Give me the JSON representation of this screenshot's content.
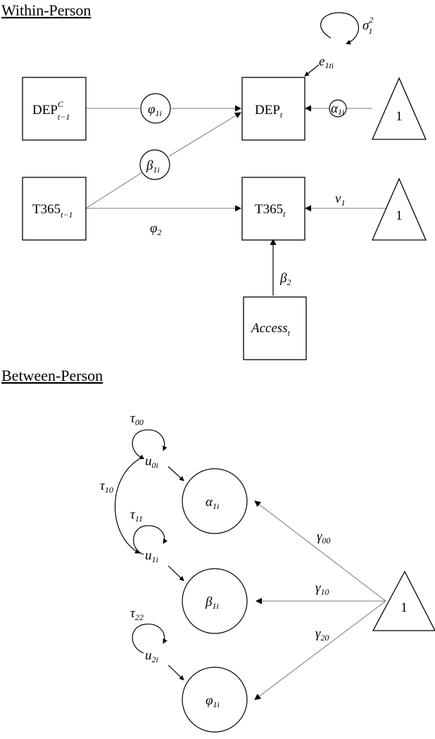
{
  "sections": {
    "within": "Within-Person",
    "between": "Between-Person"
  },
  "within": {
    "dep_lag": {
      "base": "DEP",
      "sup": "C",
      "sub": "t−1"
    },
    "dep": {
      "base": "DEP",
      "sub": "t"
    },
    "t365_lag": {
      "base": "T365",
      "sub": "t−1"
    },
    "t365": {
      "base": "T365",
      "sub": "t"
    },
    "access": {
      "base": "Access",
      "sub": "t"
    },
    "const_upper": "1",
    "const_lower": "1",
    "phi1": {
      "sym": "φ",
      "sub": "1i"
    },
    "alpha1": {
      "sym": "α",
      "sub": "1i"
    },
    "beta1": {
      "sym": "β",
      "sub": "1i"
    },
    "phi2": {
      "sym": "φ",
      "sub": "2"
    },
    "nu1": {
      "sym": "ν",
      "sub": "1"
    },
    "beta2": {
      "sym": "β",
      "sub": "2"
    },
    "e1": {
      "sym": "e",
      "sub": "1ti"
    },
    "sigma": {
      "sym": "σ",
      "sup": "2",
      "sub": "1"
    }
  },
  "between": {
    "alpha": {
      "sym": "α",
      "sub": "1i"
    },
    "beta": {
      "sym": "β",
      "sub": "1i"
    },
    "phi": {
      "sym": "φ",
      "sub": "1i"
    },
    "u0": {
      "sym": "u",
      "sub": "0i"
    },
    "u1": {
      "sym": "u",
      "sub": "1i"
    },
    "u2": {
      "sym": "u",
      "sub": "2i"
    },
    "tau00": {
      "sym": "τ",
      "sub": "00"
    },
    "tau11": {
      "sym": "τ",
      "sub": "11"
    },
    "tau22": {
      "sym": "τ",
      "sub": "22"
    },
    "tau10": {
      "sym": "τ",
      "sub": "10"
    },
    "gamma00": {
      "sym": "γ",
      "sub": "00"
    },
    "gamma10": {
      "sym": "γ",
      "sub": "10"
    },
    "gamma20": {
      "sym": "γ",
      "sub": "20"
    },
    "const": "1"
  }
}
